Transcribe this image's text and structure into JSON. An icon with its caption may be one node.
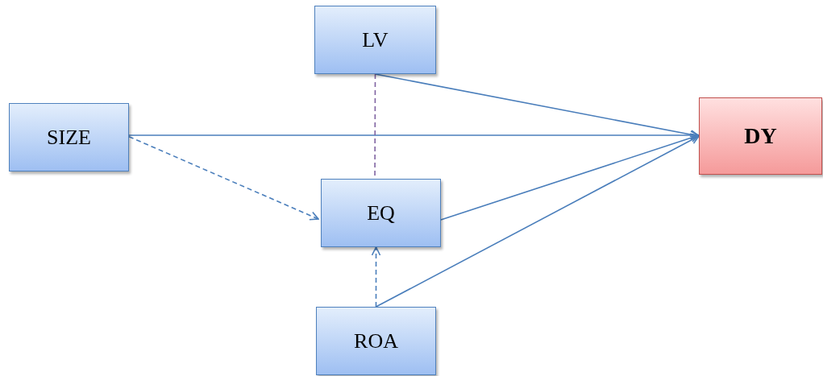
{
  "diagram": {
    "nodes": [
      {
        "text": [
          "LV"
        ]
      },
      {
        "text": [
          "SIZE"
        ]
      },
      {
        "text": [
          "DY"
        ]
      },
      {
        "text": [
          "EQ"
        ]
      },
      {
        "text": [
          "ROA"
        ]
      }
    ],
    "edges": [
      {
        "from": 0,
        "to": 2,
        "arrow": "to"
      },
      {
        "from": 1,
        "to": 2,
        "arrow": "to"
      },
      {
        "from": 1,
        "to": 3,
        "arrow": "to",
        "style": "dashed"
      },
      {
        "from": 0,
        "to": 3,
        "arrow": "none",
        "style": "dashed",
        "color": "#8064a2"
      },
      {
        "from": 3,
        "to": 2,
        "arrow": "to"
      },
      {
        "from": 4,
        "to": 2,
        "arrow": "to"
      },
      {
        "from": 4,
        "to": 3,
        "arrow": "to",
        "style": "dashed"
      }
    ]
  }
}
